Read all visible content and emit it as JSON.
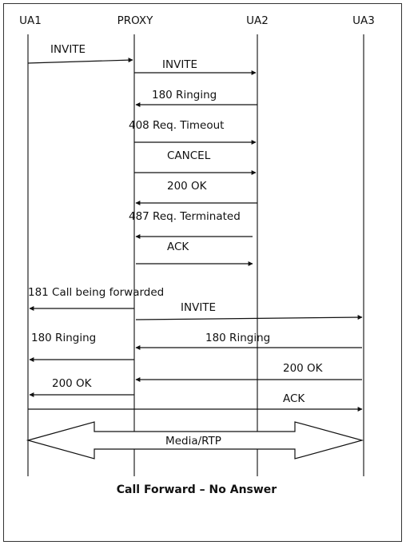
{
  "participants": [
    "UA1",
    "PROXY",
    "UA2",
    "UA3"
  ],
  "messages": [
    {
      "label": "INVITE",
      "from": "UA1",
      "to": "PROXY"
    },
    {
      "label": "INVITE",
      "from": "PROXY",
      "to": "UA2"
    },
    {
      "label": "180 Ringing",
      "from": "UA2",
      "to": "PROXY"
    },
    {
      "label": "408 Req. Timeout",
      "from": "PROXY",
      "to": "UA2"
    },
    {
      "label": "CANCEL",
      "from": "PROXY",
      "to": "UA2"
    },
    {
      "label": "200 OK",
      "from": "UA2",
      "to": "PROXY"
    },
    {
      "label": "487 Req. Terminated",
      "from": "UA2",
      "to": "PROXY"
    },
    {
      "label": "ACK",
      "from": "PROXY",
      "to": "UA2"
    },
    {
      "label": "181 Call being forwarded",
      "from": "PROXY",
      "to": "UA1"
    },
    {
      "label": "INVITE",
      "from": "PROXY",
      "to": "UA3"
    },
    {
      "label": "180 Ringing",
      "from": "UA3",
      "to": "PROXY"
    },
    {
      "label": "180 Ringing",
      "from": "PROXY",
      "to": "UA1"
    },
    {
      "label": "200 OK",
      "from": "UA3",
      "to": "PROXY"
    },
    {
      "label": "200 OK",
      "from": "PROXY",
      "to": "UA1"
    },
    {
      "label": "ACK",
      "from": "UA1",
      "to": "UA3"
    }
  ],
  "media": {
    "label": "Media/RTP",
    "from": "UA1",
    "to": "UA3"
  },
  "caption": "Call Forward – No Answer"
}
